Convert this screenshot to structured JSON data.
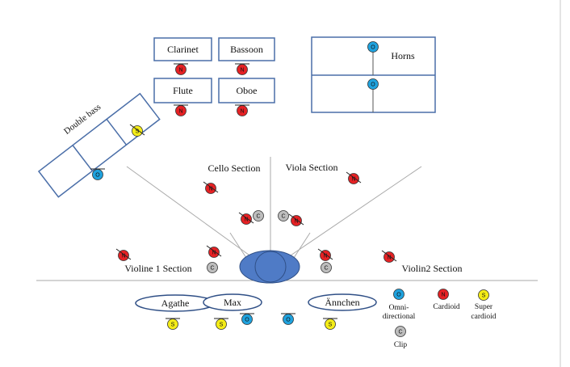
{
  "colors": {
    "box_stroke": "#4a6ea8",
    "conductor_fill": "#4f7bc6",
    "omni": "#1fa2de",
    "cardioid": "#e52124",
    "super_cardioid": "#f4ec17",
    "clip": "#bdbdbd",
    "line": "#aaaaaa"
  },
  "mic_letters": {
    "omni": "O",
    "cardioid": "N",
    "super_cardioid": "S",
    "clip": "C"
  },
  "instruments": {
    "clarinet": "Clarinet",
    "bassoon": "Bassoon",
    "flute": "Flute",
    "oboe": "Oboe",
    "horns": "Horns",
    "double_bass": "Double bass"
  },
  "sections": {
    "cello": "Cello Section",
    "viola": "Viola Section",
    "violin1": "Violine 1 Section",
    "violin2": "Violin2 Section"
  },
  "soloists": {
    "agathe": "Agathe",
    "max": "Max",
    "annchen": "Ännchen"
  },
  "legend": {
    "omni_line1": "Omni-",
    "omni_line2": "directional",
    "cardioid": "Cardioid",
    "super_line1": "Super",
    "super_line2": "cardioid",
    "clip": "Clip"
  }
}
